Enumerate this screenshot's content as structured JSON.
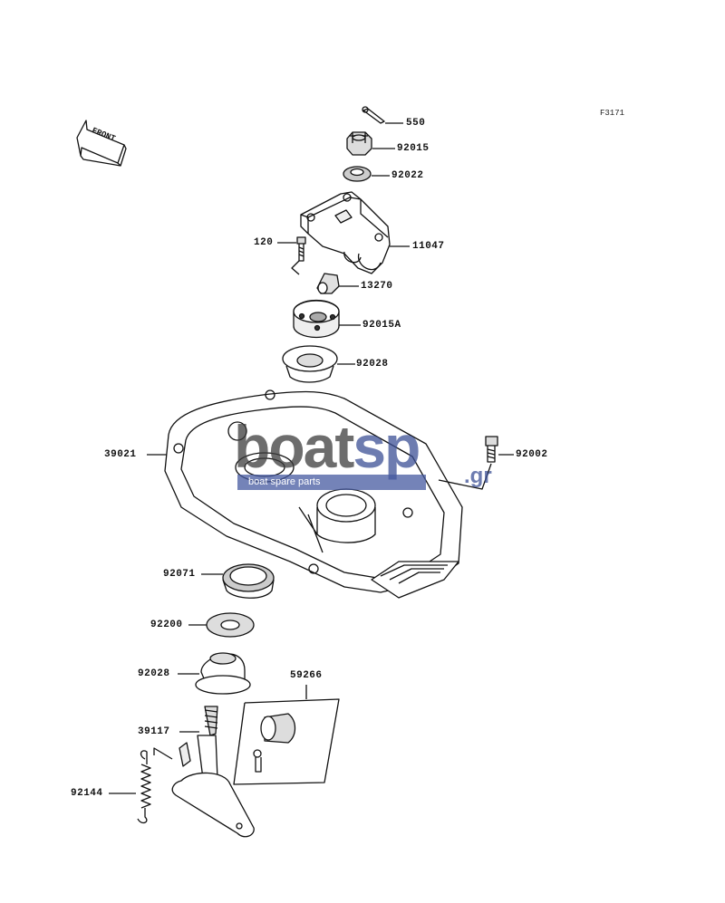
{
  "figure_code": "F3171",
  "front_label": "FRONT",
  "watermark": {
    "brand_main": "boat",
    "brand_accent": "sp",
    "brand_suffix": ".gr",
    "tagline": "boat spare parts"
  },
  "parts": [
    {
      "id": "p550",
      "label": "550"
    },
    {
      "id": "p92015",
      "label": "92015"
    },
    {
      "id": "p92022",
      "label": "92022"
    },
    {
      "id": "p120",
      "label": "120"
    },
    {
      "id": "p11047",
      "label": "11047"
    },
    {
      "id": "p13270",
      "label": "13270"
    },
    {
      "id": "p92015A",
      "label": "92015A"
    },
    {
      "id": "p92028a",
      "label": "92028"
    },
    {
      "id": "p39021",
      "label": "39021"
    },
    {
      "id": "p92002",
      "label": "92002"
    },
    {
      "id": "p92071",
      "label": "92071"
    },
    {
      "id": "p92200",
      "label": "92200"
    },
    {
      "id": "p92028b",
      "label": "92028"
    },
    {
      "id": "p59266",
      "label": "59266"
    },
    {
      "id": "p39117",
      "label": "39117"
    },
    {
      "id": "p92144",
      "label": "92144"
    }
  ]
}
